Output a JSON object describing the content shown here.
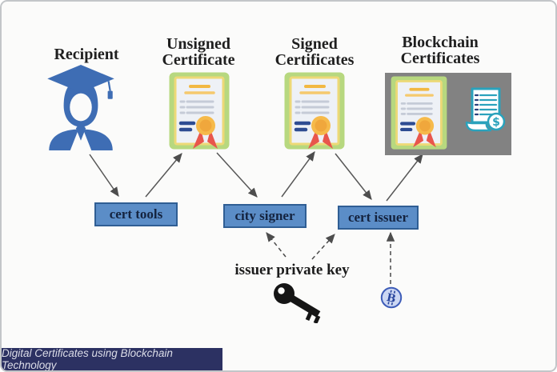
{
  "stages": {
    "recipient": "Recipient",
    "unsigned": "Unsigned Certificate",
    "signed": "Signed Certificates",
    "blockchain": "Blockchain Certificates"
  },
  "tools": {
    "cert_tools": "cert tools",
    "city_signer": "city signer",
    "cert_issuer": "cert issuer"
  },
  "annotations": {
    "issuer_private_key": "issuer private key"
  },
  "footer": {
    "caption": "Digital Certificates using Blockchain Technology"
  },
  "icons": {
    "recipient": "graduate-icon",
    "certificate": "certificate-icon",
    "blockchain_receipt": "receipt-dollar-icon",
    "private_key": "key-icon",
    "currency": "bitcoin-icon"
  },
  "colors": {
    "tool_box_fill": "#5b8dc7",
    "tool_box_border": "#2f5e94",
    "recipient_blue": "#3e6db4",
    "certificate_green": "#b7d87f",
    "certificate_paper": "#eef1f6",
    "medal_orange": "#f6ba4a",
    "ribbon_red": "#e8564c",
    "blockchain_box_gray": "#828282",
    "receipt_teal": "#2aa2bc",
    "banner_navy": "#2c3162",
    "arrow_gray": "#4d4d4d"
  }
}
